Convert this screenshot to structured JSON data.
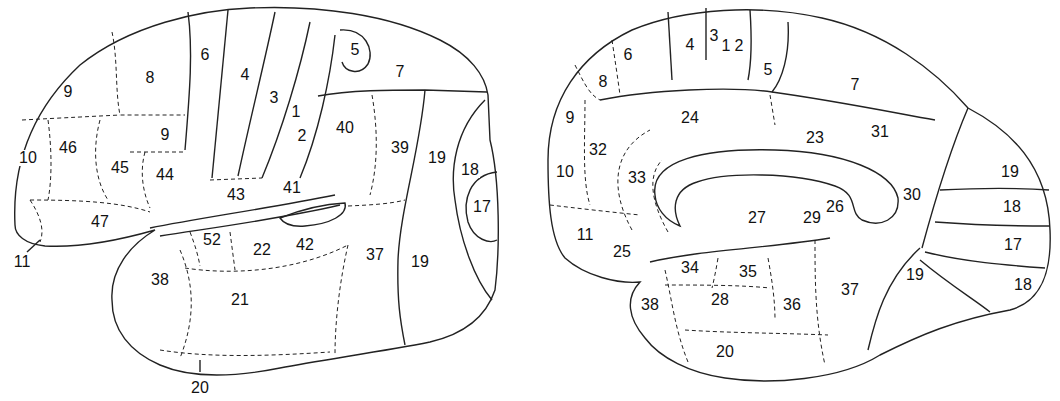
{
  "diagram": {
    "labels": [
      "9",
      "8",
      "6",
      "4",
      "3",
      "1",
      "2",
      "5",
      "7",
      "9",
      "46",
      "10",
      "45",
      "44",
      "43",
      "41",
      "40",
      "39",
      "19",
      "18",
      "17",
      "47",
      "11",
      "52",
      "22",
      "42",
      "38",
      "21",
      "37",
      "19",
      "20",
      "4",
      "3",
      "1",
      "2",
      "6",
      "5",
      "8",
      "7",
      "9",
      "24",
      "23",
      "31",
      "32",
      "33",
      "10",
      "26",
      "30",
      "19",
      "18",
      "11",
      "27",
      "29",
      "17",
      "25",
      "34",
      "35",
      "28",
      "36",
      "37",
      "19",
      "18",
      "38",
      "20"
    ]
  }
}
